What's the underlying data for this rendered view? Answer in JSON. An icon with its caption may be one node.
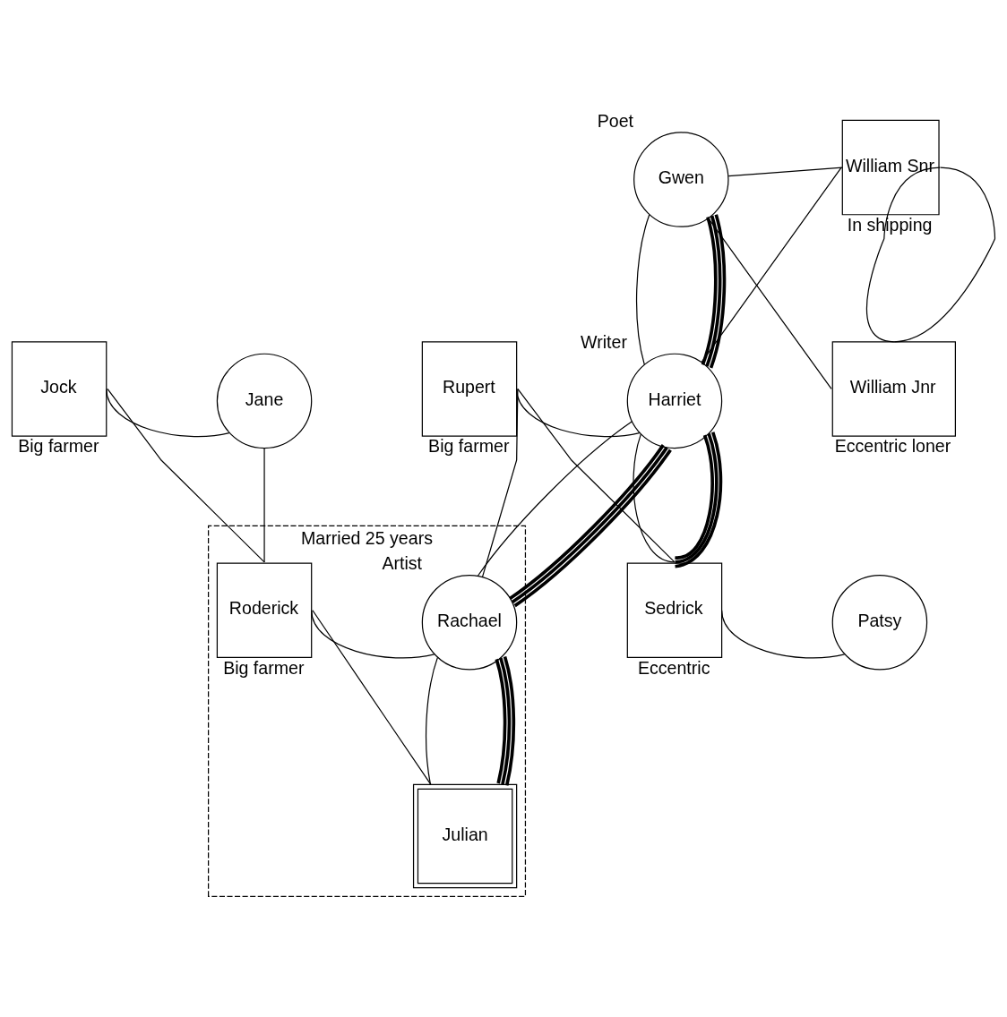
{
  "diagram": {
    "nodes": [
      {
        "text": [
          "Gwen"
        ],
        "beside": [
          "Poet"
        ]
      },
      {
        "text": [
          "William Snr"
        ],
        "beside": [
          "In shipping"
        ]
      },
      {
        "text": [
          "Jock"
        ],
        "beside": [
          "Big farmer"
        ]
      },
      {
        "text": [
          "Jane"
        ]
      },
      {
        "text": [
          "Rupert"
        ],
        "beside": [
          "Big farmer"
        ]
      },
      {
        "text": [
          "Harriet"
        ],
        "beside": [
          "Writer"
        ]
      },
      {
        "text": [
          "William Jnr"
        ],
        "beside": [
          "Eccentric loner"
        ]
      },
      {
        "text": [
          "Married 25 years"
        ]
      },
      {
        "text": [
          "Roderick"
        ],
        "beside": [
          "Big farmer"
        ],
        "in": 7
      },
      {
        "text": [
          "Rachael"
        ],
        "beside": [
          "Artist"
        ],
        "in": 7
      },
      {
        "text": [
          "Julian"
        ],
        "in": 7
      },
      {
        "text": [
          "Sedrick"
        ],
        "beside": [
          "Eccentric"
        ]
      },
      {
        "text": [
          "Patsy"
        ]
      }
    ],
    "edges": [
      {
        "from": 0,
        "to": 1,
        "arrow": "none"
      },
      {
        "from": 0,
        "to": 5,
        "arrow": "none"
      },
      {
        "from": 1,
        "to": 5,
        "arrow": "none"
      },
      {
        "from": 0,
        "to": 6,
        "arrow": "none"
      },
      {
        "from": 1,
        "to": 6,
        "arrow": "none"
      },
      {
        "from": 0,
        "to": 5,
        "arrow": "none",
        "style": "thick"
      },
      {
        "from": 1,
        "to": 6,
        "arrow": "none"
      },
      {
        "from": 2,
        "to": 3,
        "arrow": "none"
      },
      {
        "from": 2,
        "to": 8,
        "arrow": "none"
      },
      {
        "from": 3,
        "to": 8,
        "arrow": "none"
      },
      {
        "from": 4,
        "to": 5,
        "arrow": "none"
      },
      {
        "from": 4,
        "to": 9,
        "arrow": "none"
      },
      {
        "from": 5,
        "to": 9,
        "arrow": "none"
      },
      {
        "from": 4,
        "to": 11,
        "arrow": "none"
      },
      {
        "from": 5,
        "to": 11,
        "arrow": "none"
      },
      {
        "from": 5,
        "to": 9,
        "arrow": "none",
        "style": "thick"
      },
      {
        "from": 5,
        "to": 11,
        "arrow": "none",
        "style": "thick"
      },
      {
        "from": 8,
        "to": 9,
        "arrow": "none"
      },
      {
        "from": 8,
        "to": 10,
        "arrow": "none"
      },
      {
        "from": 9,
        "to": 10,
        "arrow": "none"
      },
      {
        "from": 9,
        "to": 10,
        "arrow": "none",
        "style": "thick"
      },
      {
        "from": 11,
        "to": 12,
        "arrow": "none"
      }
    ]
  }
}
